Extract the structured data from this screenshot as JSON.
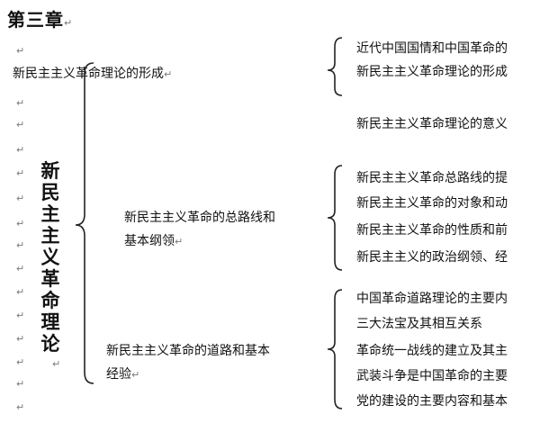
{
  "chapter_title": "第三章",
  "paragraph_mark": "↵",
  "vertical_title": "新民主主义革命理论",
  "vertical_title_mark": "↵",
  "sections": {
    "formation": {
      "heading": "新民主主义革命理论的形成",
      "items": [
        "近代中国国情和中国革命的",
        "新民主主义革命理论的形成",
        "新民主主义革命理论的意义"
      ]
    },
    "general_line": {
      "heading_line1": "新民主主义革命的总路线和",
      "heading_line2": "基本纲领",
      "items": [
        "新民主主义革命总路线的提",
        "新民主主义革命的对象和动",
        "新民主主义革命的性质和前",
        "新民主主义的政治纲领、经"
      ]
    },
    "road": {
      "heading_line1": "新民主主义革命的道路和基本",
      "heading_line2": "经验",
      "items": [
        "中国革命道路理论的主要内",
        "三大法宝及其相互关系",
        "革命统一战线的建立及其主",
        "武装斗争是中国革命的主要",
        "党的建设的主要内容和基本"
      ]
    }
  }
}
